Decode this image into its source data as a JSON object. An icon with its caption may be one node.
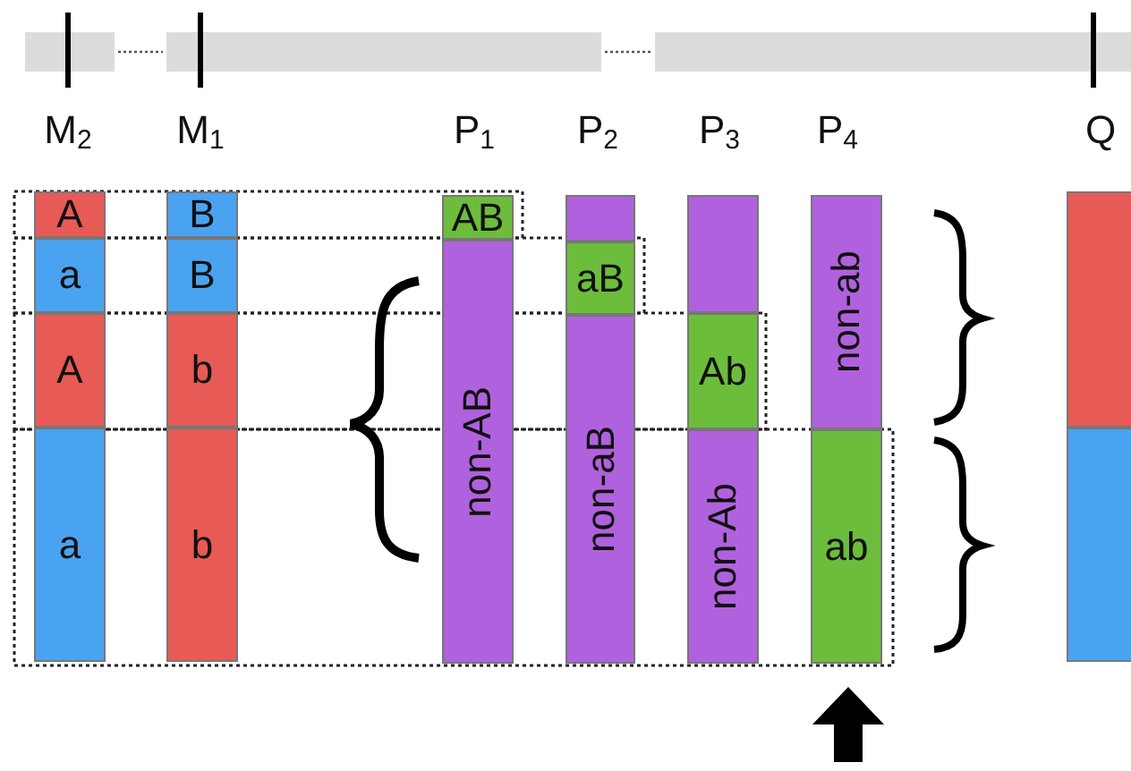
{
  "diagram": {
    "nodes": [
      {
        "text": [
          "A"
        ]
      },
      {
        "text": [
          "a"
        ]
      },
      {
        "text": [
          "A"
        ]
      },
      {
        "text": [
          "a"
        ]
      },
      {
        "text": [
          "B"
        ]
      },
      {
        "text": [
          "B"
        ]
      },
      {
        "text": [
          "b"
        ]
      },
      {
        "text": [
          "b"
        ]
      },
      {
        "text": [
          "AB"
        ]
      },
      {
        "text": [
          "non-AB"
        ]
      },
      {
        "text": [],
        "shape": "box"
      },
      {
        "text": [
          "aB"
        ]
      },
      {
        "text": [
          "non-aB"
        ]
      },
      {
        "text": [],
        "shape": "box"
      },
      {
        "text": [
          "Ab"
        ]
      },
      {
        "text": [
          "non-Ab"
        ]
      },
      {
        "text": [
          "non-ab"
        ]
      },
      {
        "text": [
          "ab"
        ]
      },
      {
        "text": [],
        "shape": "box"
      },
      {
        "text": [],
        "shape": "box"
      }
    ],
    "edges": [],
    "labels": [
      "M$_{2}$",
      "M$_{1}$",
      "P$_{1}$",
      "P$_{2}$",
      "P$_{3}$",
      "P$_{4}$",
      "Q"
    ]
  }
}
